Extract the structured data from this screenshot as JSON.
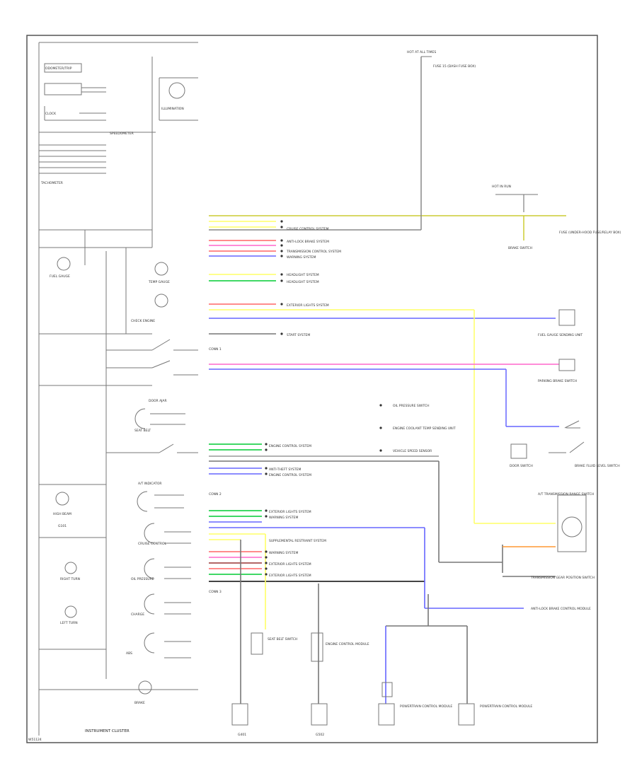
{
  "diagram": {
    "cluster_label": "INSTRUMENT CLUSTER",
    "footer_code": "W51124",
    "connectors": [
      "CONN 1",
      "CONN 2",
      "CONN 3"
    ],
    "cluster_items": {
      "odometer": "ODOMETER/TRIP",
      "clock": "CLOCK",
      "speedo": "SPEEDOMETER",
      "tacho": "TACHOMETER",
      "fuel": "FUEL GAUGE",
      "temp": "TEMP GAUGE",
      "brake_indicator": "BRAKE",
      "high_beam": "HIGH BEAM",
      "turn_l": "LEFT TURN",
      "turn_r": "RIGHT TURN",
      "cruise": "CRUISE CONTROL",
      "seat_belt": "SEAT BELT",
      "check_engine": "CHECK ENGINE",
      "door_ajar": "DOOR AJAR",
      "oil": "OIL PRESSURE",
      "charge": "CHARGE",
      "abs": "ABS",
      "at_indicator": "A/T INDICATOR",
      "illumination": "ILLUMINATION"
    },
    "systems": {
      "cruise_ctrl": "CRUISE CONTROL SYSTEM",
      "anti_lock": "ANTI-LOCK BRAKE SYSTEM",
      "trans_ctrl": "TRANSMISSION CONTROL SYSTEM",
      "warning_sys": "WARNING SYSTEM",
      "head_lights_1": "HEADLIGHT SYSTEM",
      "head_lights_2": "HEADLIGHT SYSTEM",
      "exterior_lights": "EXTERIOR LIGHTS SYSTEM",
      "start_sys": "START SYSTEM",
      "engine_ctrl": "ENGINE CONTROL SYSTEM",
      "anti_theft": "ANTI-THEFT SYSTEM",
      "engine_ctrl_2": "ENGINE CONTROL SYSTEM",
      "ext_lights_2": "EXTERIOR LIGHTS SYSTEM",
      "warning_2": "WARNING SYSTEM",
      "supplemental": "SUPPLEMENTAL RESTRAINT SYSTEM",
      "warning_3": "WARNING SYSTEM",
      "ext_lights_3": "EXTERIOR LIGHTS SYSTEM",
      "ext_lights_4": "EXTERIOR LIGHTS SYSTEM"
    },
    "components": {
      "hot_at_all_times": "HOT AT ALL TIMES",
      "fuse_block": "FUSE 15 (DASH FUSE BOX)",
      "hot_run": "HOT IN RUN",
      "fuse_right": "FUSE (UNDER-HOOD FUSE/RELAY BOX)",
      "brake_switch": "BRAKE SWITCH",
      "fuel_sender": "FUEL GAUGE SENDING UNIT",
      "parking_brake": "PARKING BRAKE SWITCH",
      "brake_fluid": "BRAKE FLUID LEVEL SWITCH",
      "door_switch": "DOOR SWITCH",
      "at_trans": "A/T TRANSMISSION RANGE SWITCH",
      "trans_gear": "TRANSMISSION GEAR POSITION SWITCH",
      "anti_lock_mod": "ANTI-LOCK BRAKE CONTROL MODULE",
      "oil_switch": "OIL PRESSURE SWITCH",
      "temp_sender": "ENGINE COOLANT TEMP SENDING UNIT",
      "speed_sensor": "VEHICLE SPEED SENSOR",
      "seat_belt_sw": "SEAT BELT SWITCH",
      "engine_ctrl_mod": "ENGINE CONTROL MODULE",
      "pcm_a": "POWERTRAIN CONTROL MODULE",
      "pcm_b": "POWERTRAIN CONTROL MODULE",
      "ground": "G401",
      "ground2": "G502",
      "ground3": "G101"
    }
  },
  "colors": {
    "frame": "#555555",
    "wire": "#7a7a7a",
    "yellow": "#ffff66",
    "green": "#00cc33",
    "blue": "#6666ff",
    "red": "#ff6666",
    "pink": "#ff66cc",
    "orange": "#ff9933",
    "olive": "#cccc33",
    "darkred": "#993333"
  }
}
